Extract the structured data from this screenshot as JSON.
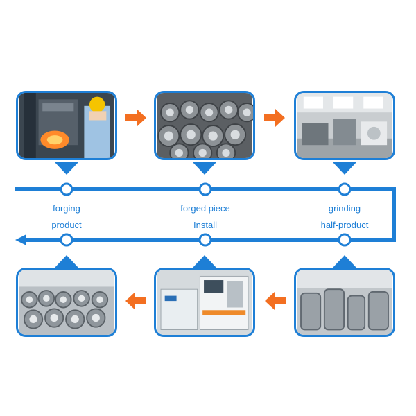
{
  "colors": {
    "blue": "#1e7fd6",
    "orange": "#f36f21",
    "white": "#ffffff"
  },
  "labels": {
    "forging": "forging",
    "forged_piece": "forged piece",
    "grinding": "grinding",
    "product": "product",
    "install": "Install",
    "half_product": "half-product"
  },
  "photos": {
    "forging_press": "forging press photo",
    "forged_rings": "forged rings photo",
    "grinding_shop": "grinding workshop photo",
    "product_warehouse": "finished product photo",
    "install_machine": "installation machine photo",
    "half_product_stock": "half-product stock photo"
  },
  "icons": {
    "step_arrow": "orange-arrow-icon",
    "node": "circle-node-icon"
  }
}
